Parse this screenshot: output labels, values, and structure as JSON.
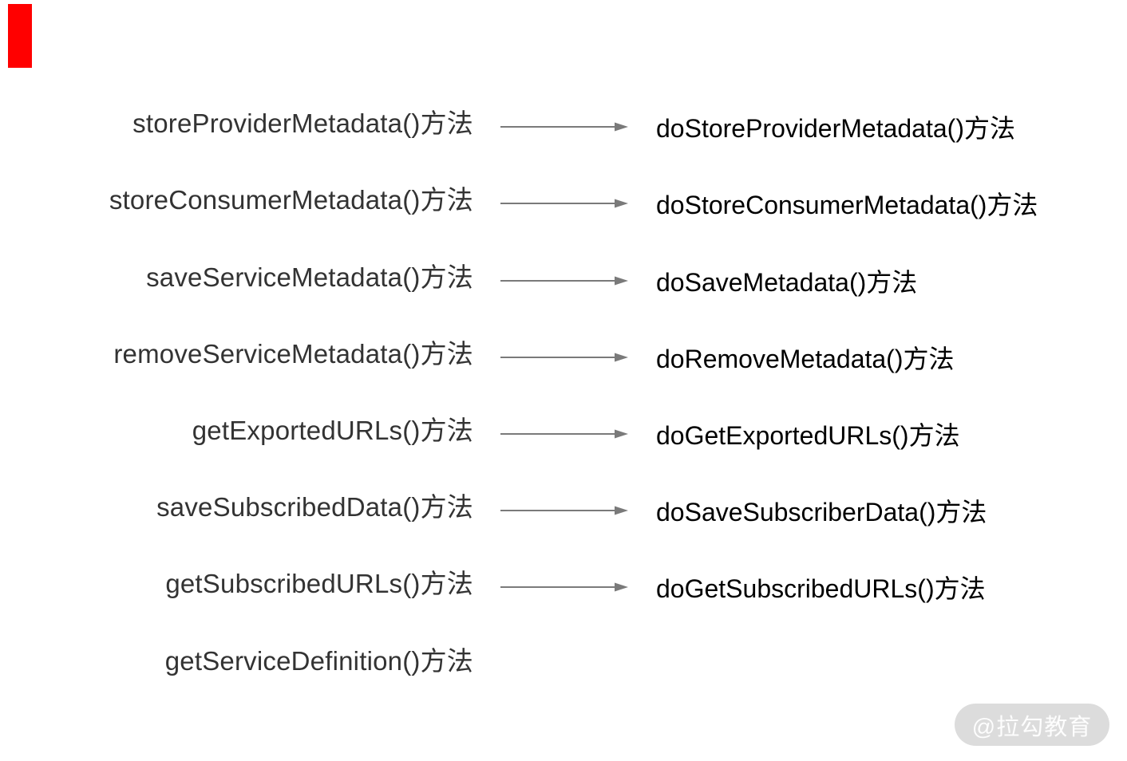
{
  "diagram": {
    "rows": [
      {
        "left": "storeProviderMetadata()方法",
        "right": "doStoreProviderMetadata()方法"
      },
      {
        "left": "storeConsumerMetadata()方法",
        "right": "doStoreConsumerMetadata()方法"
      },
      {
        "left": "saveServiceMetadata()方法",
        "right": "doSaveMetadata()方法"
      },
      {
        "left": "removeServiceMetadata()方法",
        "right": "doRemoveMetadata()方法"
      },
      {
        "left": "getExportedURLs()方法",
        "right": "doGetExportedURLs()方法"
      },
      {
        "left": "saveSubscribedData()方法",
        "right": "doSaveSubscriberData()方法"
      },
      {
        "left": "getSubscribedURLs()方法",
        "right": "doGetSubscribedURLs()方法"
      },
      {
        "left": "getServiceDefinition()方法",
        "right": ""
      }
    ]
  },
  "watermark": {
    "text": "@拉勾教育"
  },
  "colors": {
    "left_text": "#333333",
    "right_text": "#000000",
    "arrow": "#7a7a7a",
    "marker_red": "#ff0000",
    "watermark_bg": "#dcdcdc",
    "watermark_text": "#fdfdfd"
  }
}
